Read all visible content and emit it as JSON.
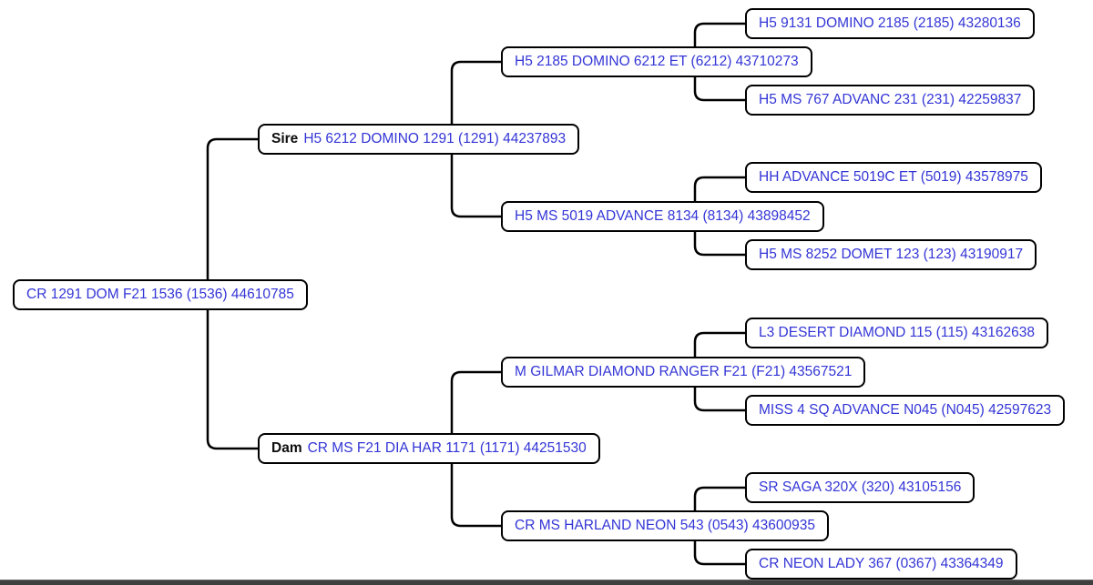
{
  "pedigree": {
    "subject": {
      "label": "CR 1291 DOM F21 1536 (1536) 44610785"
    },
    "sire": {
      "tag": "Sire",
      "label": "H5 6212 DOMINO 1291 (1291) 44237893",
      "sire": {
        "label": "H5 2185 DOMINO 6212 ET (6212) 43710273",
        "sire": {
          "label": "H5 9131 DOMINO 2185 (2185) 43280136"
        },
        "dam": {
          "label": "H5 MS 767 ADVANC 231 (231) 42259837"
        }
      },
      "dam": {
        "label": "H5 MS 5019 ADVANCE 8134 (8134) 43898452",
        "sire": {
          "label": "HH ADVANCE 5019C ET (5019) 43578975"
        },
        "dam": {
          "label": "H5 MS 8252 DOMET 123 (123) 43190917"
        }
      }
    },
    "dam": {
      "tag": "Dam",
      "label": "CR MS F21 DIA HAR 1171 (1171) 44251530",
      "sire": {
        "label": "M GILMAR DIAMOND RANGER F21 (F21) 43567521",
        "sire": {
          "label": "L3 DESERT DIAMOND 115 (115) 43162638"
        },
        "dam": {
          "label": "MISS 4 SQ ADVANCE N045 (N045) 42597623"
        }
      },
      "dam": {
        "label": "CR MS HARLAND NEON 543 (0543) 43600935",
        "sire": {
          "label": "SR SAGA 320X (320) 43105156"
        },
        "dam": {
          "label": "CR NEON LADY 367 (0367) 43364349"
        }
      }
    }
  },
  "colors": {
    "link_text": "#3335d6",
    "connector_line": "#000000",
    "box_border": "#000000",
    "box_fill": "#ffffff",
    "scrollbar": "#3f3f3f"
  }
}
